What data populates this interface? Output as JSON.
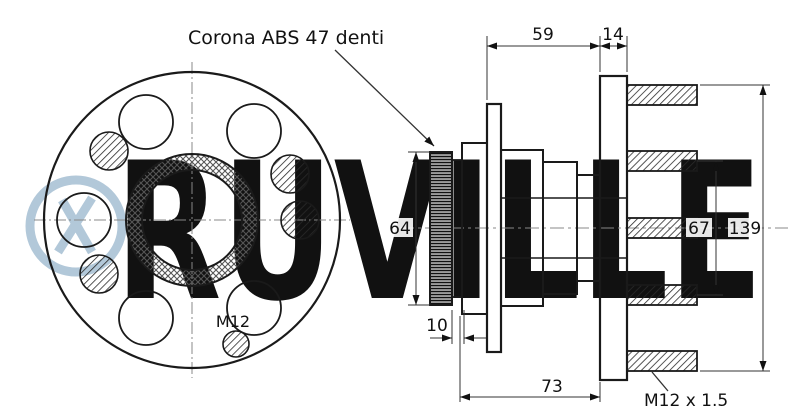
{
  "watermark": {
    "text": "RUVILLE"
  },
  "labels": {
    "corona_abs": "Corona ABS 47 denti",
    "m12_hole": "M12",
    "thread_spec": "M12 x 1.5"
  },
  "dimensions": {
    "hub_to_flange": "59",
    "flange_thickness": "14",
    "abs_ring_diameter": "64",
    "abs_ring_width": "10",
    "bolt_circle": "67",
    "flange_diameter": "139",
    "overall_width": "73"
  },
  "colors": {
    "line": "#1a1a1a",
    "watermark": "#b2c8d9",
    "background": "#ffffff"
  }
}
